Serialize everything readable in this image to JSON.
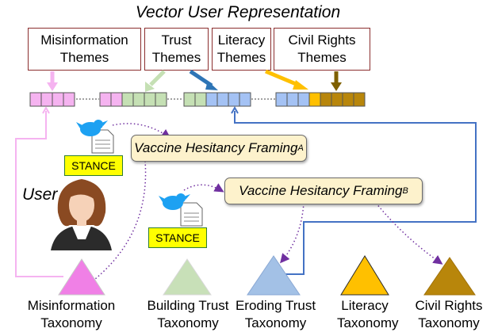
{
  "title": "Vector User Representation",
  "themes": [
    {
      "label": "Misinformation Themes"
    },
    {
      "label": "Trust Themes"
    },
    {
      "label": "Literacy Themes"
    },
    {
      "label": "Civil Rights Themes"
    }
  ],
  "framings": [
    {
      "text": "Vaccine Hesitancy Framing",
      "subscript": "A"
    },
    {
      "text": "Vaccine Hesitancy Framing",
      "subscript": "B"
    }
  ],
  "stance_label": "STANCE",
  "user_label": "User",
  "taxonomies": [
    {
      "label": "Misinformation Taxonomy",
      "color": "#f080e6"
    },
    {
      "label": "Building Trust Taxonomy",
      "color": "#c8e0b8"
    },
    {
      "label": "Eroding Trust Taxonomy",
      "color": "#a3c1e6"
    },
    {
      "label": "Literacy Taxonomy",
      "color": "#ffc000"
    },
    {
      "label": "Civil Rights Taxonomy",
      "color": "#b8860b"
    }
  ],
  "colors": {
    "misinformation": "#f5b3f0",
    "building_trust": "#c5e0b4",
    "eroding_trust": "#a4c2f4",
    "literacy": "#ffc000",
    "civil_rights": "#b8860b",
    "theme_border": "#8b2e2e",
    "framing_fill": "#fdf2cc",
    "stance_fill": "#ffff00",
    "connector_blue": "#4472c4",
    "connector_purple": "#7030a0"
  },
  "icons": [
    "twitter-bird-icon",
    "document-icon",
    "user-avatar-icon"
  ]
}
